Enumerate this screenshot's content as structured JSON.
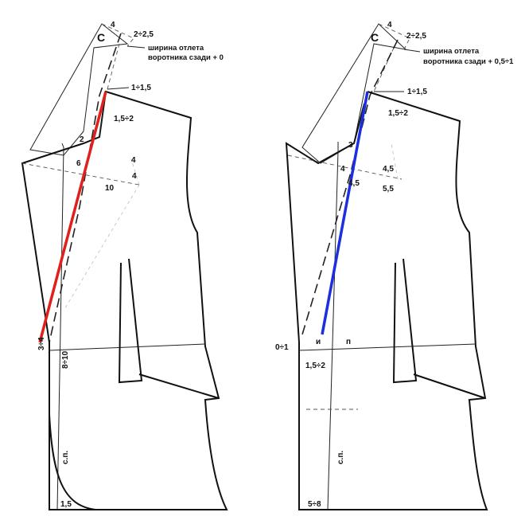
{
  "left_pattern": {
    "labels": {
      "c": "С",
      "top_width": "4",
      "collar_offset": "2÷2,5",
      "note_line1": "ширина отлета",
      "note_line2": "воротника сзади + 0",
      "shoulder_ext": "1÷1,5",
      "neck_drop": "1,5÷2",
      "lapel_2": "2",
      "lapel_6": "6",
      "chest_4a": "4",
      "chest_4b": "4",
      "chest_10": "10",
      "break_point": "3÷4",
      "waist_range": "8÷10",
      "center_front": "с.п.",
      "hem_round": "1,5"
    },
    "guide_line_color": "#e0201c"
  },
  "right_pattern": {
    "labels": {
      "c": "С",
      "top_width": "4",
      "collar_offset": "2÷2,5",
      "note_line1": "ширина отлета",
      "note_line2": "воротника сзади + 0,5÷1",
      "shoulder_ext": "1÷1,5",
      "neck_drop": "1,5÷2",
      "lapel_3": "3",
      "lapel_4": "4",
      "chest_45a": "4,5",
      "chest_45b": "4,5",
      "chest_55": "5,5",
      "break_point": "0÷1",
      "button_i": "и",
      "button_p": "п",
      "lap": "1,5÷2",
      "center_front": "с.п.",
      "hem_range": "5÷8"
    },
    "guide_line_color": "#1c2ee0"
  }
}
